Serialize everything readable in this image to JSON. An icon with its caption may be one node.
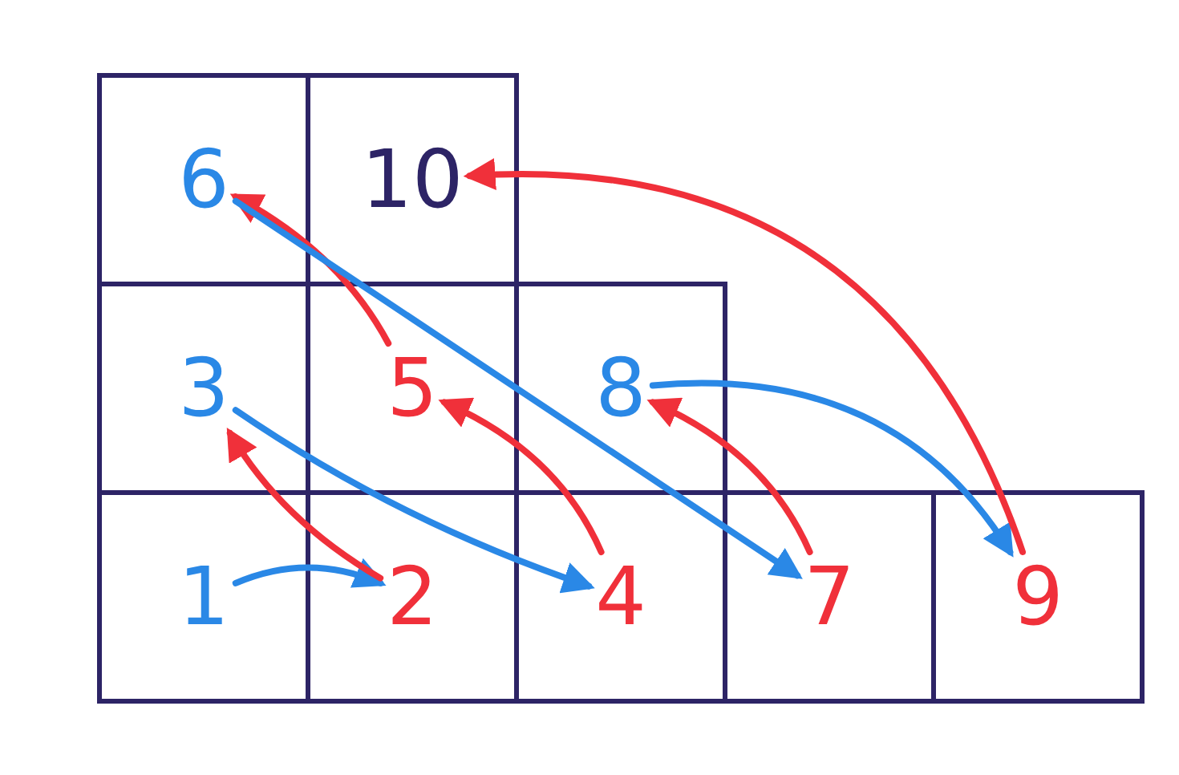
{
  "diagram": {
    "nodes": [
      {
        "text": [
          "6"
        ]
      },
      {
        "text": [
          "10"
        ]
      },
      {
        "text": [
          "3"
        ]
      },
      {
        "text": [
          "5"
        ]
      },
      {
        "text": [
          "8"
        ]
      },
      {
        "text": [
          "1"
        ]
      },
      {
        "text": [
          "2"
        ]
      },
      {
        "text": [
          "4"
        ]
      },
      {
        "text": [
          "7"
        ]
      },
      {
        "text": [
          "9"
        ]
      }
    ],
    "edges": [
      {
        "from": 5,
        "to": 6,
        "arrow": "to",
        "color": "#2a88e6"
      },
      {
        "from": 6,
        "to": 2,
        "arrow": "to"
      },
      {
        "from": 2,
        "to": 7,
        "arrow": "to",
        "color": "#2a88e6"
      },
      {
        "from": 7,
        "to": 3,
        "arrow": "to"
      },
      {
        "from": 3,
        "to": 0,
        "arrow": "to"
      },
      {
        "from": 0,
        "to": 8,
        "arrow": "to",
        "color": "#2a88e6"
      },
      {
        "from": 8,
        "to": 4,
        "arrow": "to"
      },
      {
        "from": 4,
        "to": 9,
        "arrow": "to",
        "color": "#2a88e6"
      },
      {
        "from": 9,
        "to": 1,
        "arrow": "to"
      }
    ]
  }
}
